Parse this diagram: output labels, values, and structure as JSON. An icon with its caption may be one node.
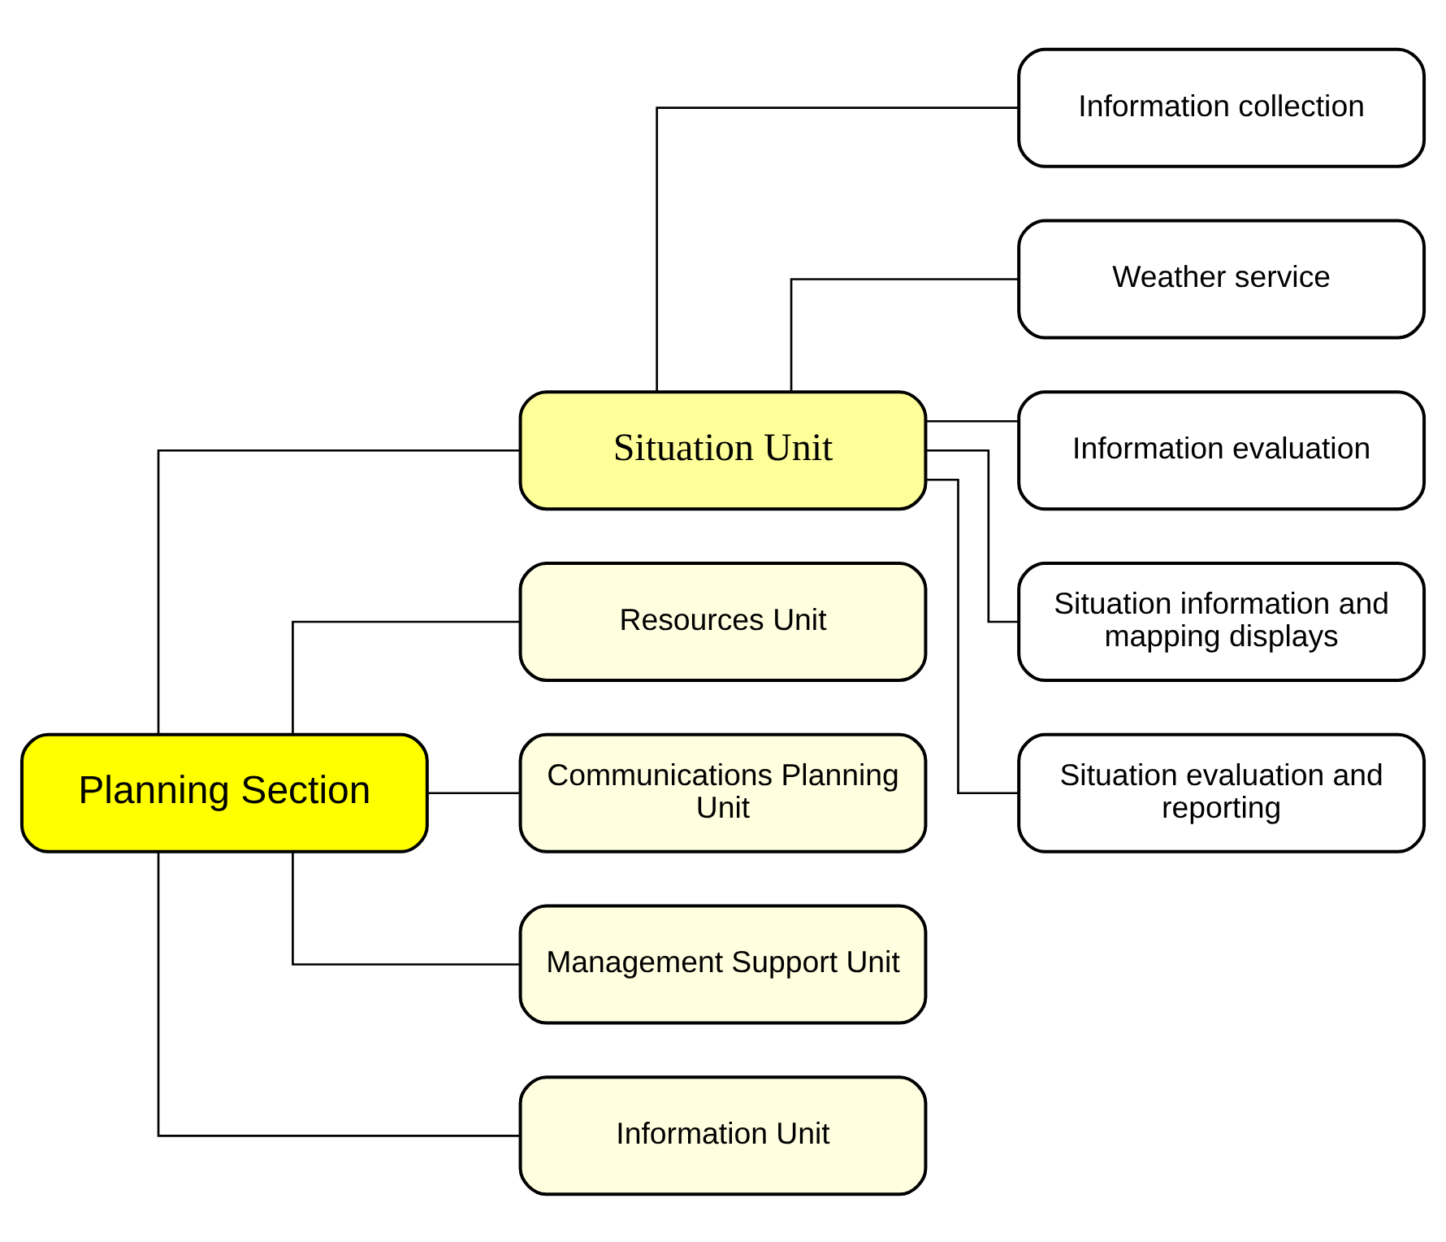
{
  "diagram": {
    "nodes": [
      {
        "text": [
          "Planning Section"
        ]
      },
      {
        "text": [
          "Situation Unit"
        ]
      },
      {
        "text": [
          "Resources Unit"
        ]
      },
      {
        "text": [
          "Communications Planning Unit"
        ]
      },
      {
        "text": [
          "Management Support Unit"
        ]
      },
      {
        "text": [
          "Information Unit"
        ]
      },
      {
        "text": [
          "Information collection"
        ]
      },
      {
        "text": [
          "Weather service"
        ]
      },
      {
        "text": [
          "Information evaluation"
        ]
      },
      {
        "text": [
          "Situation information and mapping displays"
        ]
      },
      {
        "text": [
          "Situation evaluation and reporting"
        ]
      }
    ],
    "edges": [
      {
        "from": 0,
        "to": 1,
        "arrow": "none"
      },
      {
        "from": 0,
        "to": 2,
        "arrow": "none"
      },
      {
        "from": 0,
        "to": 3,
        "arrow": "none"
      },
      {
        "from": 0,
        "to": 4,
        "arrow": "none"
      },
      {
        "from": 0,
        "to": 5,
        "arrow": "none"
      },
      {
        "from": 1,
        "to": 6,
        "arrow": "none"
      },
      {
        "from": 1,
        "to": 7,
        "arrow": "none"
      },
      {
        "from": 1,
        "to": 8,
        "arrow": "none"
      },
      {
        "from": 1,
        "to": 9,
        "arrow": "none"
      },
      {
        "from": 1,
        "to": 10,
        "arrow": "none"
      }
    ]
  }
}
